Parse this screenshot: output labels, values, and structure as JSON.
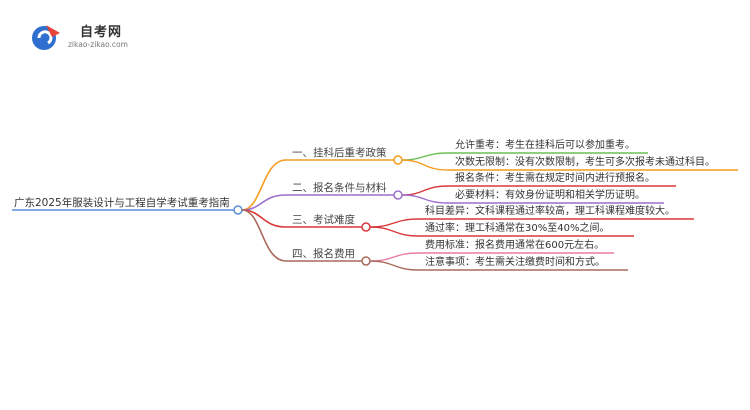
{
  "logo": {
    "name": "自考网",
    "url": "zikao-zikao.com"
  },
  "colors": {
    "root_line": "#5b8fd8",
    "branch1": "#f39c1e",
    "branch2": "#9b6fce",
    "branch3": "#d9383a",
    "branch4": "#a86a5c",
    "leaf1": "#6dbf57",
    "leaf2": "#9b6fce",
    "leaf3": "#d9383a",
    "leaf4": "#e87aa5"
  },
  "mindmap": {
    "root": "广东2025年服装设计与工程自学考试重考指南",
    "branches": [
      {
        "label": "一、挂科后重考政策",
        "leaves": [
          "允许重考：考生在挂科后可以参加重考。",
          "次数无限制：没有次数限制，考生可多次报考未通过科目。"
        ]
      },
      {
        "label": "二、报名条件与材料",
        "leaves": [
          "报名条件：考生需在规定时间内进行预报名。",
          "必要材料：有效身份证明和相关学历证明。"
        ]
      },
      {
        "label": "三、考试难度",
        "leaves": [
          "科目差异：文科课程通过率较高，理工科课程难度较大。",
          "通过率：理工科通常在30%至40%之间。"
        ]
      },
      {
        "label": "四、报名费用",
        "leaves": [
          "费用标准：报名费用通常在600元左右。",
          "注意事项：考生需关注缴费时间和方式。"
        ]
      }
    ]
  }
}
